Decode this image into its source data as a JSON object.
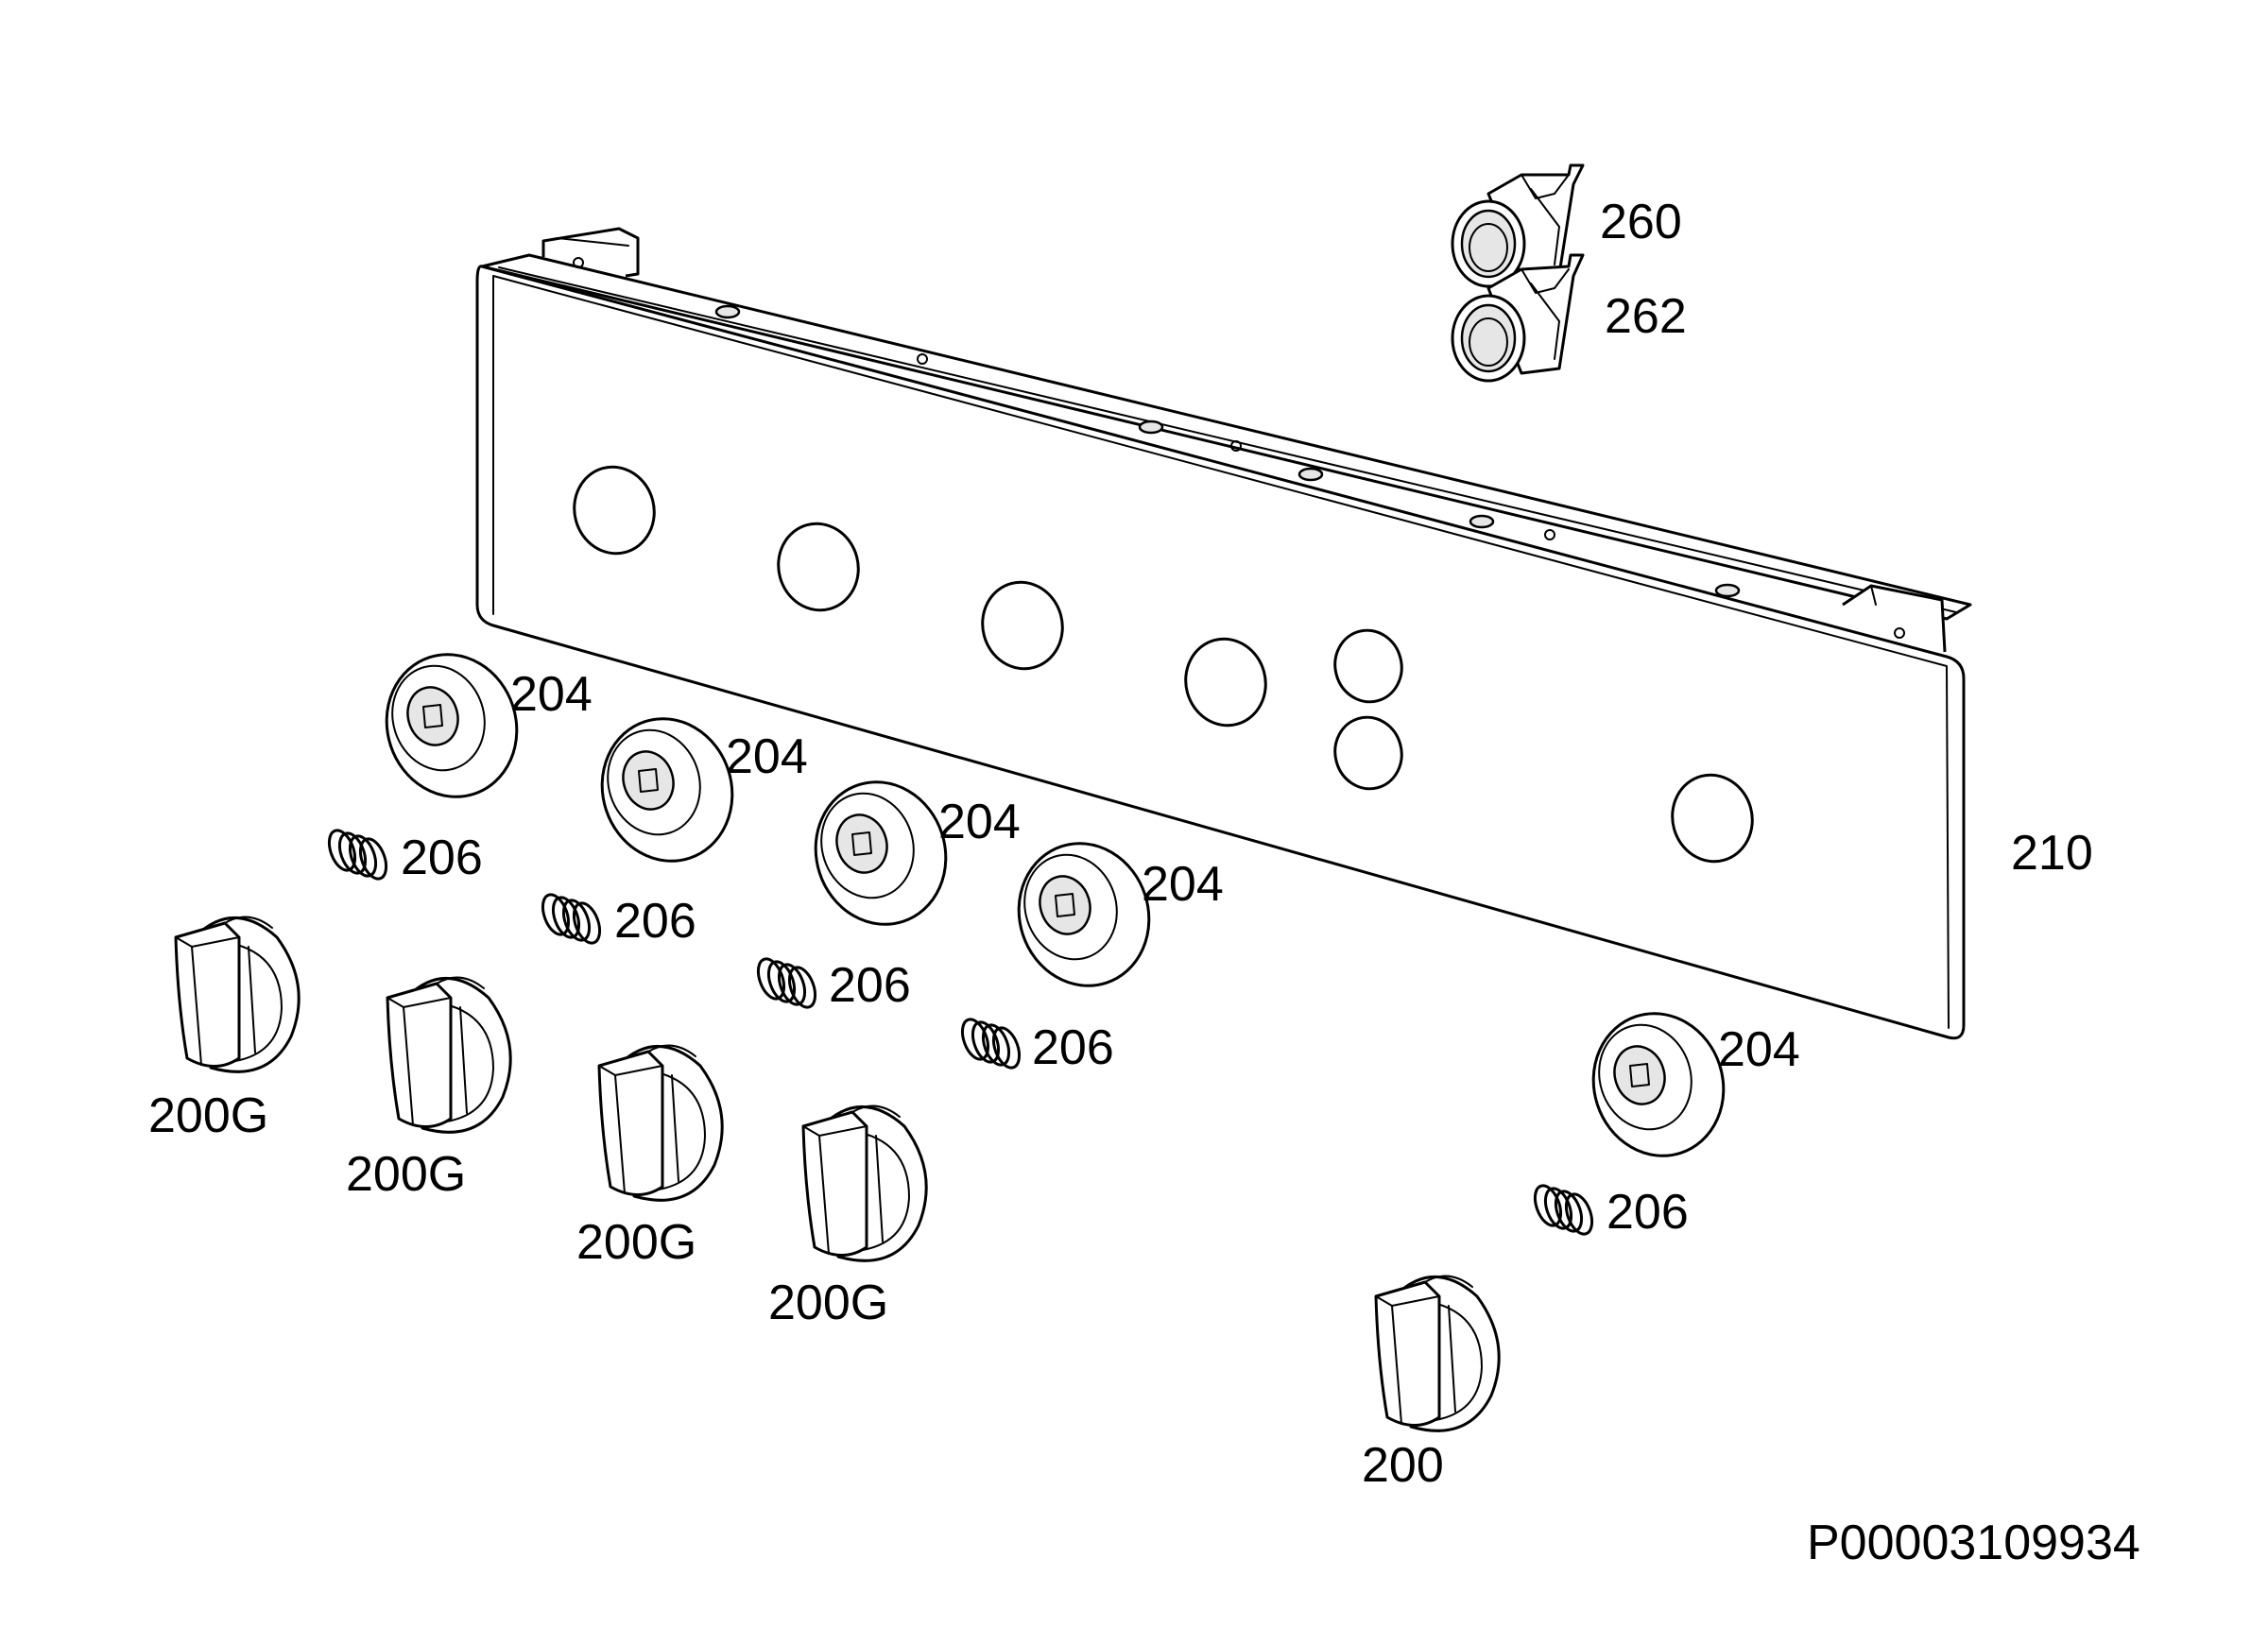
{
  "labels": {
    "panel": "210",
    "lamp_upper": "260",
    "lamp_lower": "262",
    "bezel": "204",
    "spring": "206",
    "knob_gas": "200G",
    "knob": "200"
  },
  "document_id": "P00003109934"
}
